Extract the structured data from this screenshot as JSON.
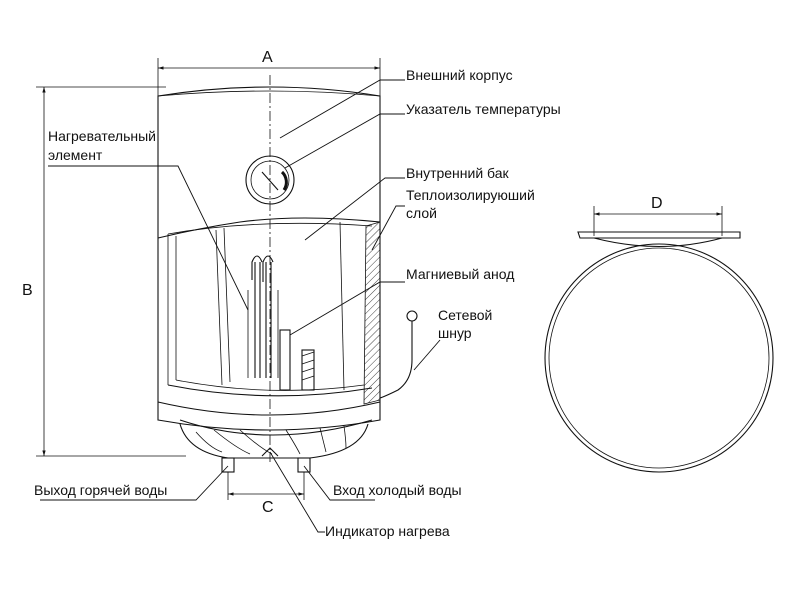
{
  "dimensions": {
    "a": "A",
    "b": "B",
    "c": "C",
    "d": "D"
  },
  "labels": {
    "outer_casing": "Внешний корпус",
    "temp_indicator": "Указатель температуры",
    "heating_element_line1": "Нагревательный",
    "heating_element_line2": "элемент",
    "inner_tank": "Внутренний бак",
    "insulation_line1": "Теплоизолируюший",
    "insulation_line2": "слой",
    "magnesium_anode": "Магниевый анод",
    "power_cord_line1": "Сетевой",
    "power_cord_line2": "шнур",
    "hot_water_outlet": "Выход горячей воды",
    "cold_water_inlet": "Вход холодый воды",
    "heating_indicator": "Индикатор нагрева"
  }
}
